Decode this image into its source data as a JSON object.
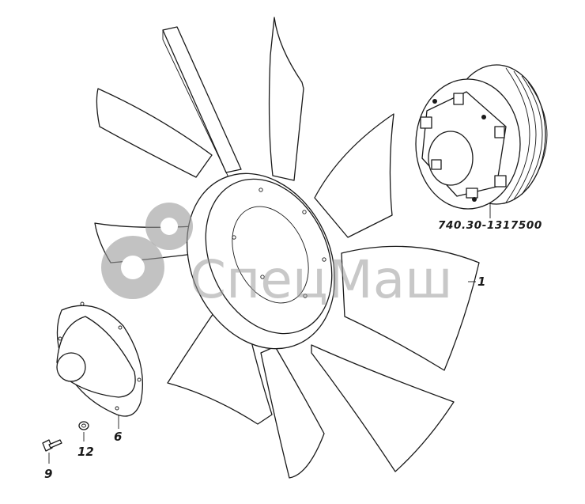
{
  "watermark": {
    "text": "СпецМаш",
    "color": "#9a9a9a"
  },
  "callouts": {
    "clutch": "740.30-1317500",
    "fan": "1",
    "cover": "6",
    "washer": "12",
    "bolt": "9"
  },
  "colors": {
    "line": "#1a1a1a",
    "background": "#ffffff"
  }
}
